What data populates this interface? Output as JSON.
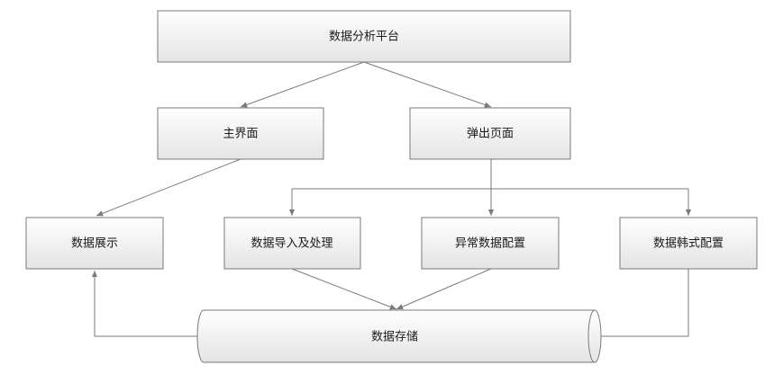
{
  "diagram": {
    "nodes": {
      "platform": "数据分析平台",
      "main_page": "主界面",
      "popup_page": "弹出页面",
      "data_display": "数据展示",
      "data_import": "数据导入及处理",
      "anomaly_config": "异常数据配置",
      "data_hanshi_config": "数据韩式配置",
      "data_storage": "数据存储"
    },
    "edges": [
      {
        "from": "platform",
        "to": "main_page"
      },
      {
        "from": "platform",
        "to": "popup_page"
      },
      {
        "from": "main_page",
        "to": "data_display"
      },
      {
        "from": "popup_page",
        "to": "data_import"
      },
      {
        "from": "popup_page",
        "to": "anomaly_config"
      },
      {
        "from": "popup_page",
        "to": "data_hanshi_config"
      },
      {
        "from": "data_import",
        "to": "data_storage"
      },
      {
        "from": "anomaly_config",
        "to": "data_storage"
      },
      {
        "from": "data_hanshi_config",
        "to": "data_storage"
      },
      {
        "from": "data_storage",
        "to": "data_display"
      }
    ],
    "colors": {
      "box_fill_top": "#ffffff",
      "box_fill_bottom": "#e6e6e6",
      "stroke": "#7a7a7a",
      "text": "#1a1a1a"
    }
  }
}
